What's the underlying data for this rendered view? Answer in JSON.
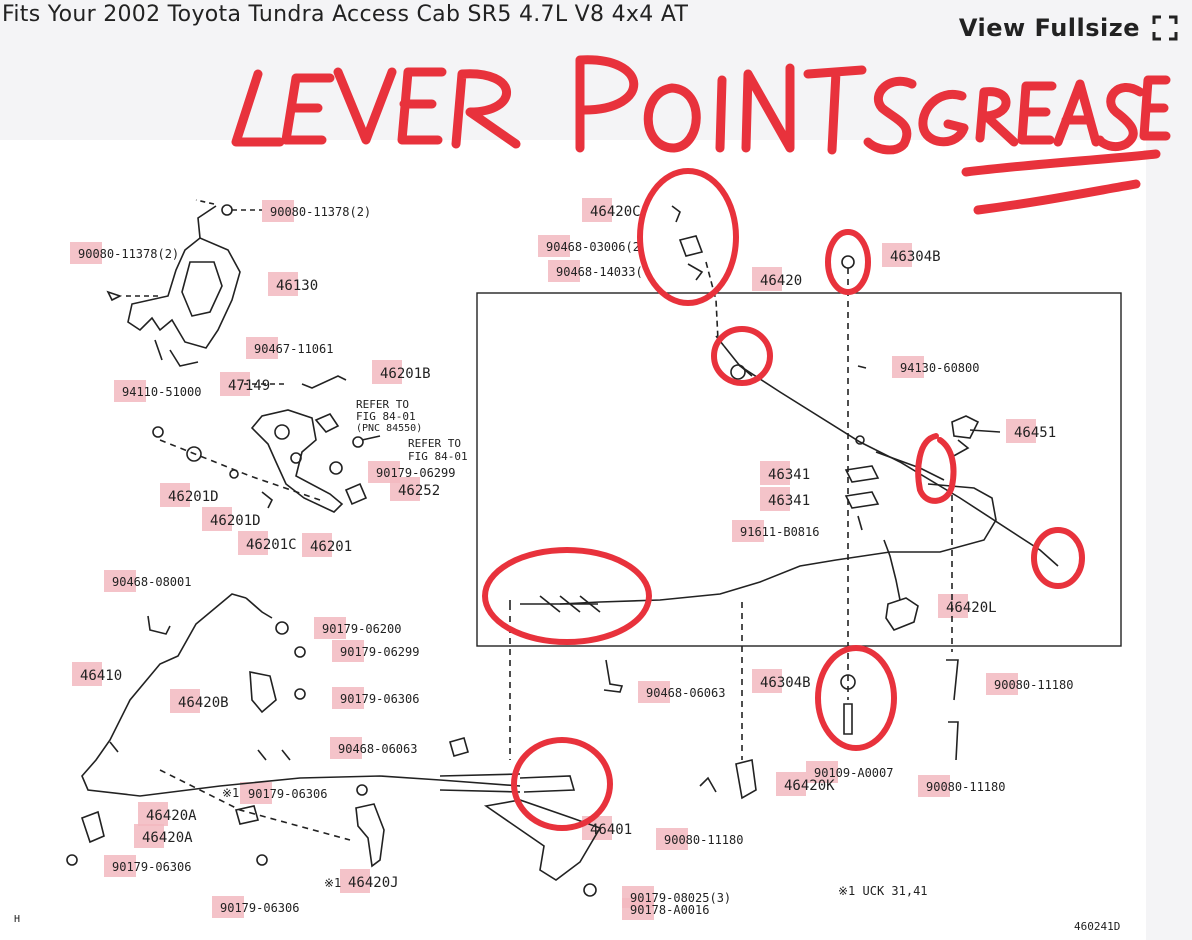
{
  "header": {
    "title": "Fits Your 2002 Toyota Tundra Access Cab SR5 4.7L V8 4x4 AT",
    "view_fullsize": "View Fullsize",
    "fullsize_icon": "expand-corners-icon"
  },
  "annotation": {
    "title_left": "LEVER POINTS",
    "title_right": "GREASE",
    "color": "#e8323c"
  },
  "highlight_color": "#f2b9bf",
  "parts": {
    "p_90080_11378_top": "90080-11378(2)",
    "p_90080_11378_left": "90080-11378(2)",
    "p_46130": "46130",
    "p_90467_11061": "90467-11061",
    "p_94110_51000": "94110-51000",
    "p_47149": "47149",
    "p_46201b": "46201B",
    "refer1_line1": "REFER TO",
    "refer1_line2": "FIG 84-01",
    "refer1_line3": "(PNC 84550)",
    "refer2_line1": "REFER TO",
    "refer2_line2": "FIG 84-01",
    "p_90179_06299_top": "90179-06299",
    "p_46252": "46252",
    "p_46201d_1": "46201D",
    "p_46201d_2": "46201D",
    "p_46201c": "46201C",
    "p_46201": "46201",
    "p_46420c": "46420C",
    "p_90468_03006": "90468-03006(2",
    "p_90468_14033": "90468-14033(",
    "p_46420": "46420",
    "p_46304b_top": "46304B",
    "p_94130_60800": "94130-60800",
    "p_46451": "46451",
    "p_46341_1": "46341",
    "p_46341_2": "46341",
    "p_91611_b0816": "91611-B0816",
    "p_46420l": "46420L",
    "p_90468_08001": "90468-08001",
    "p_90179_06200": "90179-06200",
    "p_90179_06299_bot": "90179-06299",
    "p_46410": "46410",
    "p_46420b": "46420B",
    "p_90179_06306_a": "90179-06306",
    "p_90468_06063_a": "90468-06063",
    "p_90468_06063_b": "90468-06063",
    "p_46304b_bot": "46304B",
    "p_90080_11180_a": "90080-11180",
    "p_90109_a0007": "90109-A0007",
    "p_90080_11180_b": "90080-11180",
    "p_46420k": "46420K",
    "p_90080_11180_c": "90080-11180",
    "p_90179_06306_b": "90179-06306",
    "p_46420a_1": "46420A",
    "p_46420a_2": "46420A",
    "p_90179_06306_c": "90179-06306",
    "p_46420j": "46420J",
    "p_90179_06306_d": "90179-06306",
    "p_46401": "46401",
    "p_90179_08025": "90179-08025(3)",
    "p_90178_a0016": "90178-A0016",
    "mark_1": "※1",
    "mark_2": "※1",
    "footnote": "※1 UCK 31,41",
    "corner_h": "H",
    "diagram_id": "460241D"
  }
}
